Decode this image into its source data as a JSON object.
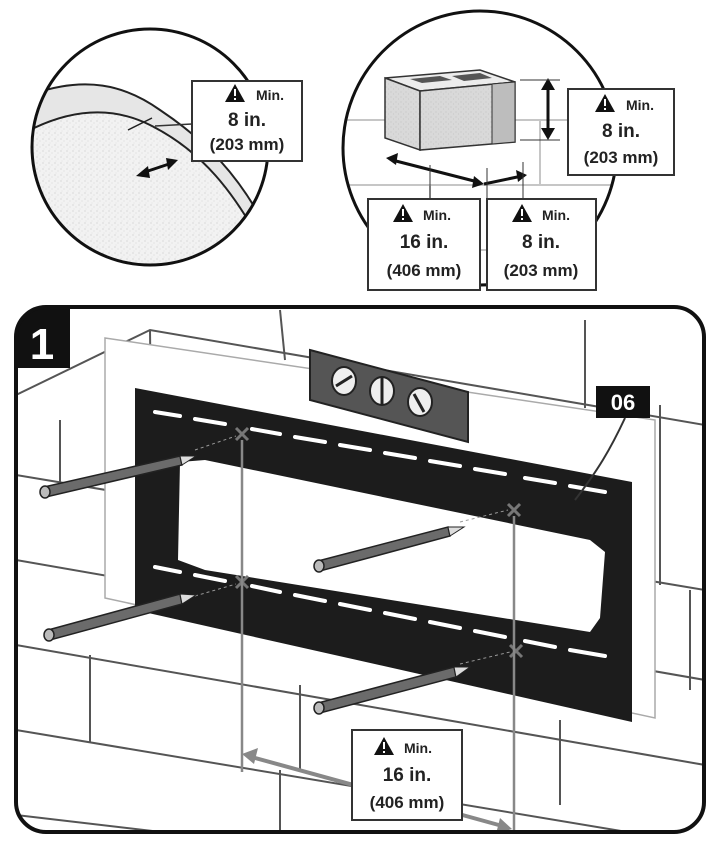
{
  "callouts": {
    "stud_spacing": {
      "min": "Min.",
      "inches": "8 in.",
      "mm": "(203 mm)"
    },
    "block_height": {
      "min": "Min.",
      "inches": "8 in.",
      "mm": "(203 mm)"
    },
    "block_width": {
      "min": "Min.",
      "inches": "16 in.",
      "mm": "(406 mm)"
    },
    "block_depth": {
      "min": "Min.",
      "inches": "8 in.",
      "mm": "(203 mm)"
    },
    "hole_spacing": {
      "min": "Min.",
      "inches": "16 in.",
      "mm": "(406 mm)"
    }
  },
  "step": {
    "number": "1"
  },
  "part": {
    "label": "06"
  },
  "colors": {
    "ink": "#222222",
    "bracket": "#1c1c1c",
    "wall_line": "#555555",
    "block": "#d9d9d9",
    "level": "#555555",
    "pencil": "#6b6b6b"
  },
  "icons": [
    "warning-triangle-icon",
    "screw-cross-icon",
    "pencil-icon",
    "level-vial-icon"
  ]
}
